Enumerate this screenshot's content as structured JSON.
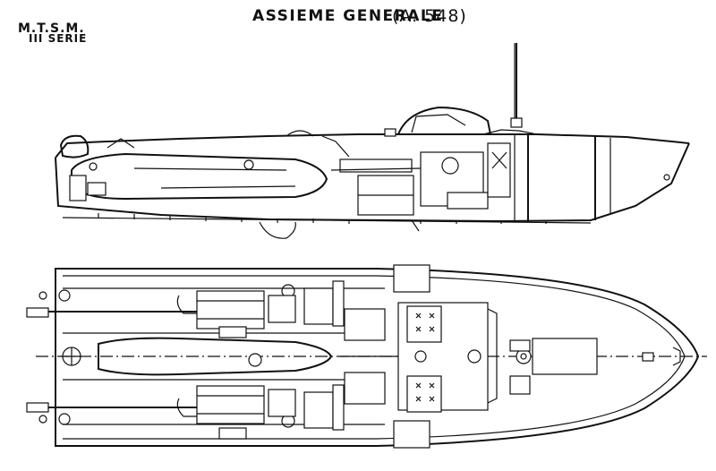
{
  "header": {
    "title": "ASSIEME GENERALE",
    "drawing_code": "(A. 548)",
    "org": "M.T.S.M.",
    "series": "III SERIE"
  }
}
